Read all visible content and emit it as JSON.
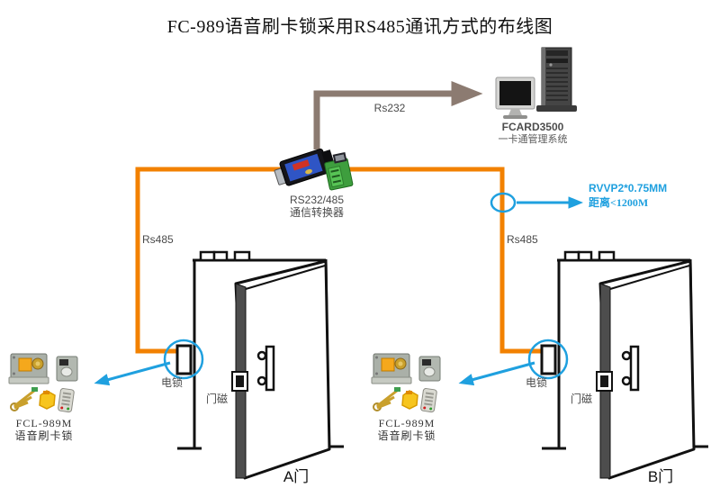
{
  "title": "FC-989语音刷卡锁采用RS485通讯方式的布线图",
  "computer": {
    "model": "FCARD3500",
    "system": "一卡通管理系统"
  },
  "converter": {
    "label_line1": "RS232/485",
    "label_line2": "通信转换器"
  },
  "cables": {
    "rs232_label": "Rs232",
    "rs485_left_label": "Rs485",
    "rs485_right_label": "Rs485",
    "spec_line1": "RVVP2*0.75MM",
    "spec_line2": "距离<1200M"
  },
  "door_a": {
    "label": "A门",
    "lock_label": "电锁",
    "magnet_label": "门磁",
    "product_line1": "FCL-989M",
    "product_line2": "语音刷卡锁"
  },
  "door_b": {
    "label": "B门",
    "lock_label": "电锁",
    "magnet_label": "门磁",
    "product_line1": "FCL-989M",
    "product_line2": "语音刷卡锁"
  },
  "colors": {
    "bus_orange": "#F28100",
    "rs232_brown": "#8C7B71",
    "callout_blue": "#1FA0DF"
  }
}
